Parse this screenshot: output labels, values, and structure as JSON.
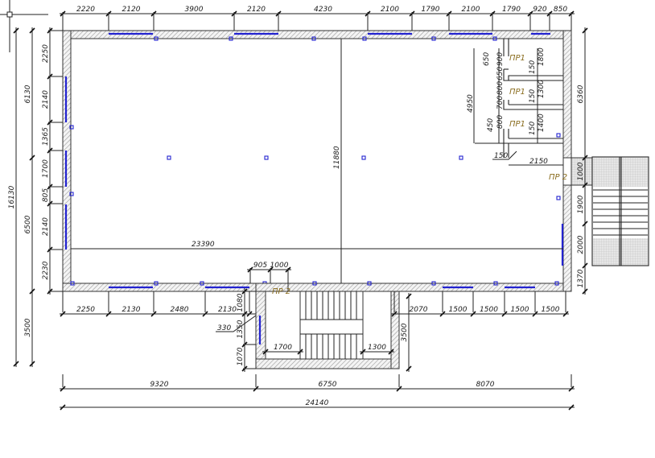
{
  "drawing": {
    "type": "architectural floor plan",
    "top_dimensions": [
      "2220",
      "2120",
      "3900",
      "2120",
      "4230",
      "2100",
      "1790",
      "2100",
      "1790",
      "920",
      "850"
    ],
    "left_dimensions_inner": [
      "2250",
      "2140",
      "1365",
      "1700",
      "805",
      "2140",
      "2230"
    ],
    "left_dimensions_mid": [
      "6130",
      "6500",
      "3500"
    ],
    "left_dimension_overall": "16130",
    "bottom_dimensions_left": [
      "2250",
      "2130",
      "2480",
      "2130"
    ],
    "bottom_dimensions_right": [
      "2070",
      "1500",
      "1500",
      "1500",
      "1500"
    ],
    "bottom_chain": [
      "9320",
      "6750",
      "8070"
    ],
    "bottom_overall": "24140",
    "interior_width": "23390",
    "interior_height": "11880",
    "right_dimensions": [
      "6360",
      "1000",
      "1900",
      "2000",
      "1370"
    ],
    "stair_dimensions": {
      "top_left": "905",
      "top_right": "1000",
      "left_side": [
        "1080",
        "1350",
        "1070"
      ],
      "wall_offset": "330",
      "bottom_left": "1700",
      "bottom_right": "1300",
      "right_side": "3500"
    },
    "wc_block": {
      "height": "4950",
      "left_offsets": [
        "650",
        "900",
        "650",
        "800",
        "700",
        "800",
        "450"
      ],
      "partition_depths": [
        "1800",
        "1300",
        "1400"
      ],
      "partition_thickness": "150",
      "width": "2150",
      "wall": "150"
    },
    "labels": {
      "room_pr1": "ПР1",
      "room_pr2": "ПР 2"
    },
    "colors": {
      "window": "#2323d0",
      "label": "#8a6d1f",
      "line": "#222222"
    }
  }
}
